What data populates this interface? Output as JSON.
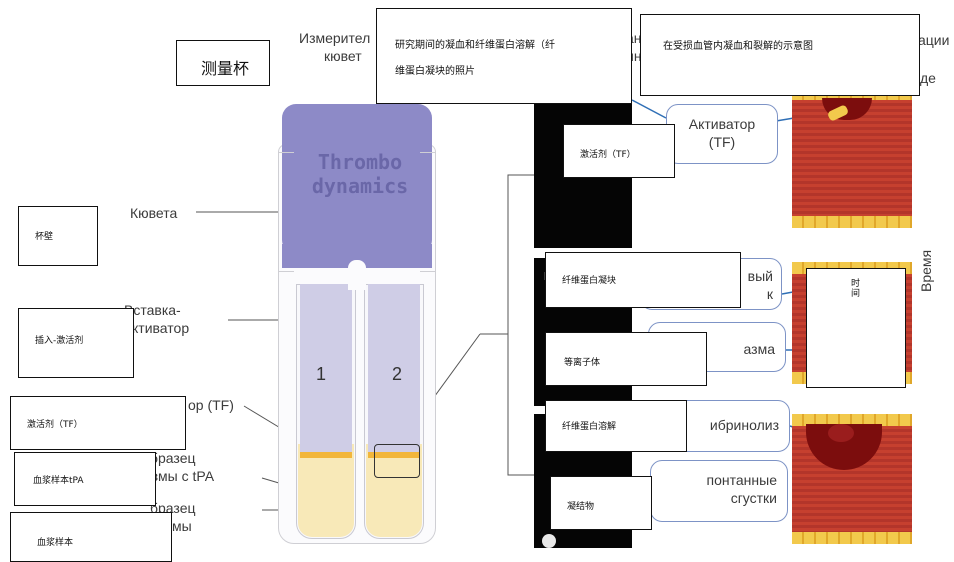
{
  "header_ru": {
    "measuring_l1": "Измерител",
    "measuring_l2": "кювет",
    "frag_mid1": "ан",
    "frag_mid2": "ин",
    "frag_right1": "ации",
    "frag_right2": "де"
  },
  "overlays": {
    "cup": "测量杯",
    "photo_title_l1": "研究期间的凝血和纤维蛋白溶解（纤",
    "photo_title_l2": "维蛋白凝块的照片",
    "schematic_title": "在受损血管内凝血和裂解的示意图",
    "activator_tf_photo": "激活剂（TF）",
    "cup_wall": "杯壁",
    "insert_activator": "插入-激活剂",
    "activator_tf_left": "激活剂（TF）",
    "plasma_tpa": "血浆样本tPA",
    "plasma": "血浆样本",
    "fibrin_clot": "纤维蛋白凝块",
    "plasma_ion": "等离子体",
    "fibrinolysis": "纤维蛋白溶解",
    "clot": "凝结物",
    "time_vertical": "时间"
  },
  "cuvette": {
    "brand_l1": "Thrombo",
    "brand_l2": "dynamics",
    "channel_1": "1",
    "channel_2": "2",
    "label_cuvette": "Кювета",
    "label_insert_l1": "Вставка-",
    "label_insert_l2": "ктиватор",
    "label_activator_frag": "ор (TF)",
    "label_sample_tpa_l1": "бразец",
    "label_sample_tpa_l2": "азмы с tPA",
    "label_sample_l1": "бразец",
    "label_sample_l2": "мы"
  },
  "pills": {
    "activator_l1": "Активатор",
    "activator_l2": "(TF)",
    "fibrin_frag_l1": "вый",
    "fibrin_frag_l2": "к",
    "plasma_frag": "азма",
    "fibrinolysis_frag": "ибринолиз",
    "spont_l1": "понтанные",
    "spont_l2": "сгустки"
  },
  "side_label": "Время",
  "colors": {
    "cuvette_blue": "#8d8ac7",
    "plasma_yellow": "#f8e9b8",
    "pill_border": "#7d93c6",
    "tissue_red": "#c43a33",
    "gold": "#f2c94c"
  }
}
